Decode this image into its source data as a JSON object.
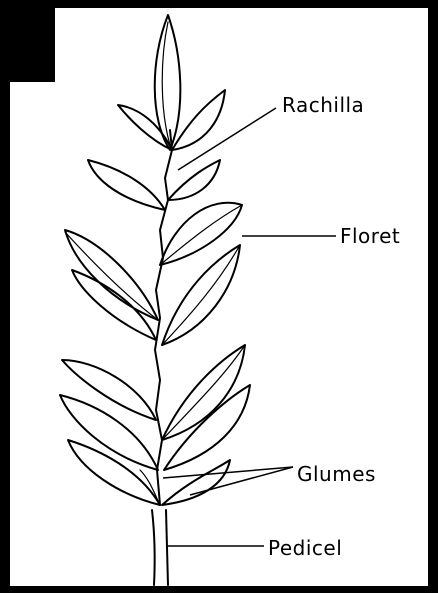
{
  "diagram": {
    "labels": {
      "rachilla": "Rachilla",
      "floret": "Floret",
      "glumes": "Glumes",
      "pedicel": "Pedicel"
    }
  },
  "colors": {
    "border": "#000000",
    "background": "#ffffff",
    "ink": "#000000"
  }
}
